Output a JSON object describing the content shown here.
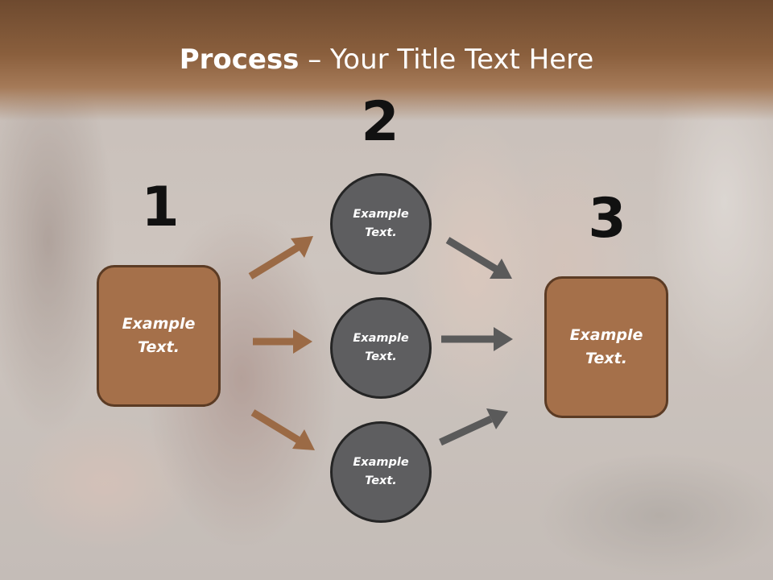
{
  "title": {
    "bold": "Process",
    "rest": " – Your Title Text Here"
  },
  "steps": [
    {
      "number": "1",
      "box_text": "Example Text."
    },
    {
      "number": "2",
      "circles": [
        "Example Text.",
        "Example Text.",
        "Example Text."
      ]
    },
    {
      "number": "3",
      "box_text": "Example Text."
    }
  ],
  "colors": {
    "header": "#8a5f3d",
    "box_fill": "#a5704a",
    "box_border": "#5b3b24",
    "circle_fill": "#5e5e60",
    "circle_border": "#252525",
    "arrow_brown": "#9b6a45",
    "arrow_gray": "#5a5a5a"
  }
}
